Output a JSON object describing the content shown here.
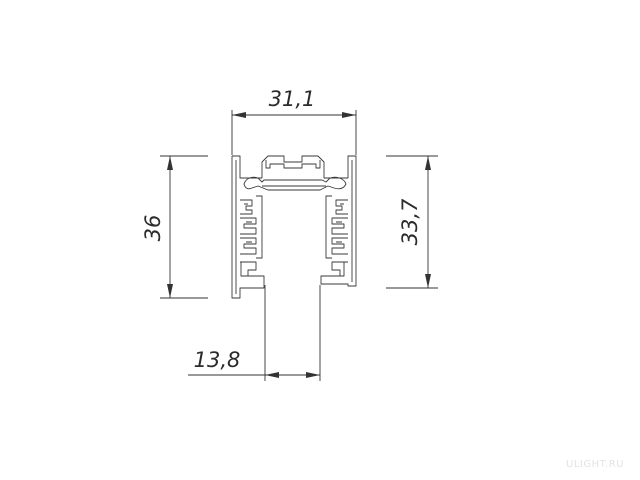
{
  "dimensions": {
    "top_width": "31,1",
    "left_height": "36",
    "right_height": "33,7",
    "bottom_opening": "13,8"
  },
  "watermark": "ULIGHT.RU",
  "colors": {
    "line": "#333333",
    "background": "#ffffff",
    "watermark": "#e3e3e3"
  }
}
